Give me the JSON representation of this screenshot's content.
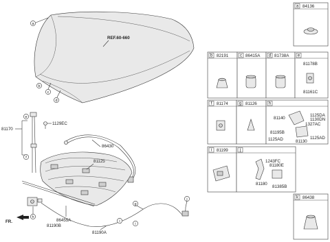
{
  "diagram": {
    "reference_label": "REF.60-660",
    "direction_label": "FR.",
    "callouts": {
      "a_hood": "a",
      "b_hood": "b",
      "c_hood": "c",
      "d_hood": "d",
      "e_cable": "e",
      "f_cable": "f",
      "g_cable": "g",
      "h_cable": "h",
      "i_cable": "i",
      "i_cable2": "i",
      "j_cable": "j"
    },
    "main_labels": {
      "p81170": "81170",
      "p1129EC": "1129EC",
      "p86430": "86430",
      "p81125": "81125",
      "p86455A": "86455A",
      "p81190B": "81190B",
      "p81190A": "81190A"
    },
    "grid": {
      "cells": [
        {
          "letter": "a",
          "part": "84136"
        },
        {
          "letter": "b",
          "part": "82191"
        },
        {
          "letter": "c",
          "part": "86415A"
        },
        {
          "letter": "d",
          "part": "81738A"
        },
        {
          "letter": "e",
          "part": ""
        },
        {
          "letter": "f",
          "part": "81174"
        },
        {
          "letter": "g",
          "part": "81126"
        },
        {
          "letter": "h",
          "part": ""
        },
        {
          "letter": "i",
          "part": "81199"
        },
        {
          "letter": "j",
          "part": ""
        },
        {
          "letter": "k",
          "part": "86438"
        }
      ],
      "e_labels": {
        "l1": "81178B",
        "l2": "81161C"
      },
      "h_labels": {
        "l1": "81140",
        "l2": "1125DA",
        "l3": "1130DN",
        "l4": "1327AC",
        "l5": "81195B",
        "l6": "1125AD",
        "l7": "81130",
        "l8": "1125AD"
      },
      "j_labels": {
        "l1": "1243FC",
        "l2": "81180E",
        "l3": "81180",
        "l4": "81385B"
      }
    }
  }
}
